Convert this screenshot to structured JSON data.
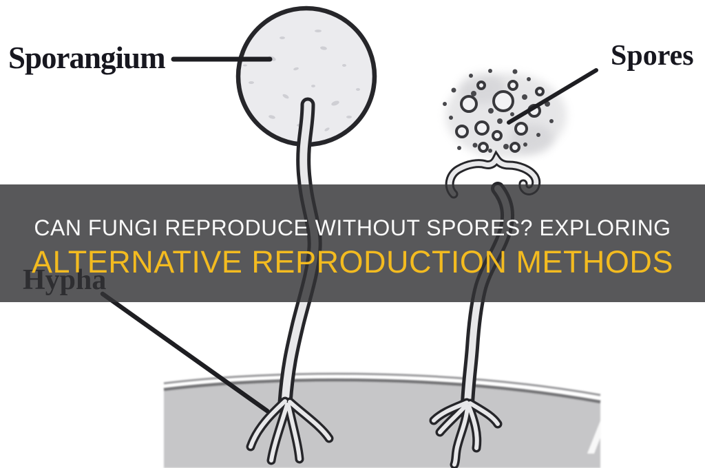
{
  "banner": {
    "line1": "CAN FUNGI REPRODUCE WITHOUT SPORES? EXPLORING",
    "line2": "ALTERNATIVE REPRODUCTION METHODS",
    "line1_color": "#FAFAFA",
    "line2_color": "#F3BB20",
    "background_color": "#333336"
  },
  "diagram": {
    "labels": {
      "sporangium": "Sporangium",
      "spores": "Spores",
      "hypha": "Hypha"
    },
    "colors": {
      "outline": "#26262A",
      "pointer_line": "#1E1E22",
      "sporangium_fill": "#EBEBEE",
      "tube_fill": "#E8E8EA",
      "substrate_fill": "#C6C6C8",
      "surface_line": "#737376"
    }
  }
}
